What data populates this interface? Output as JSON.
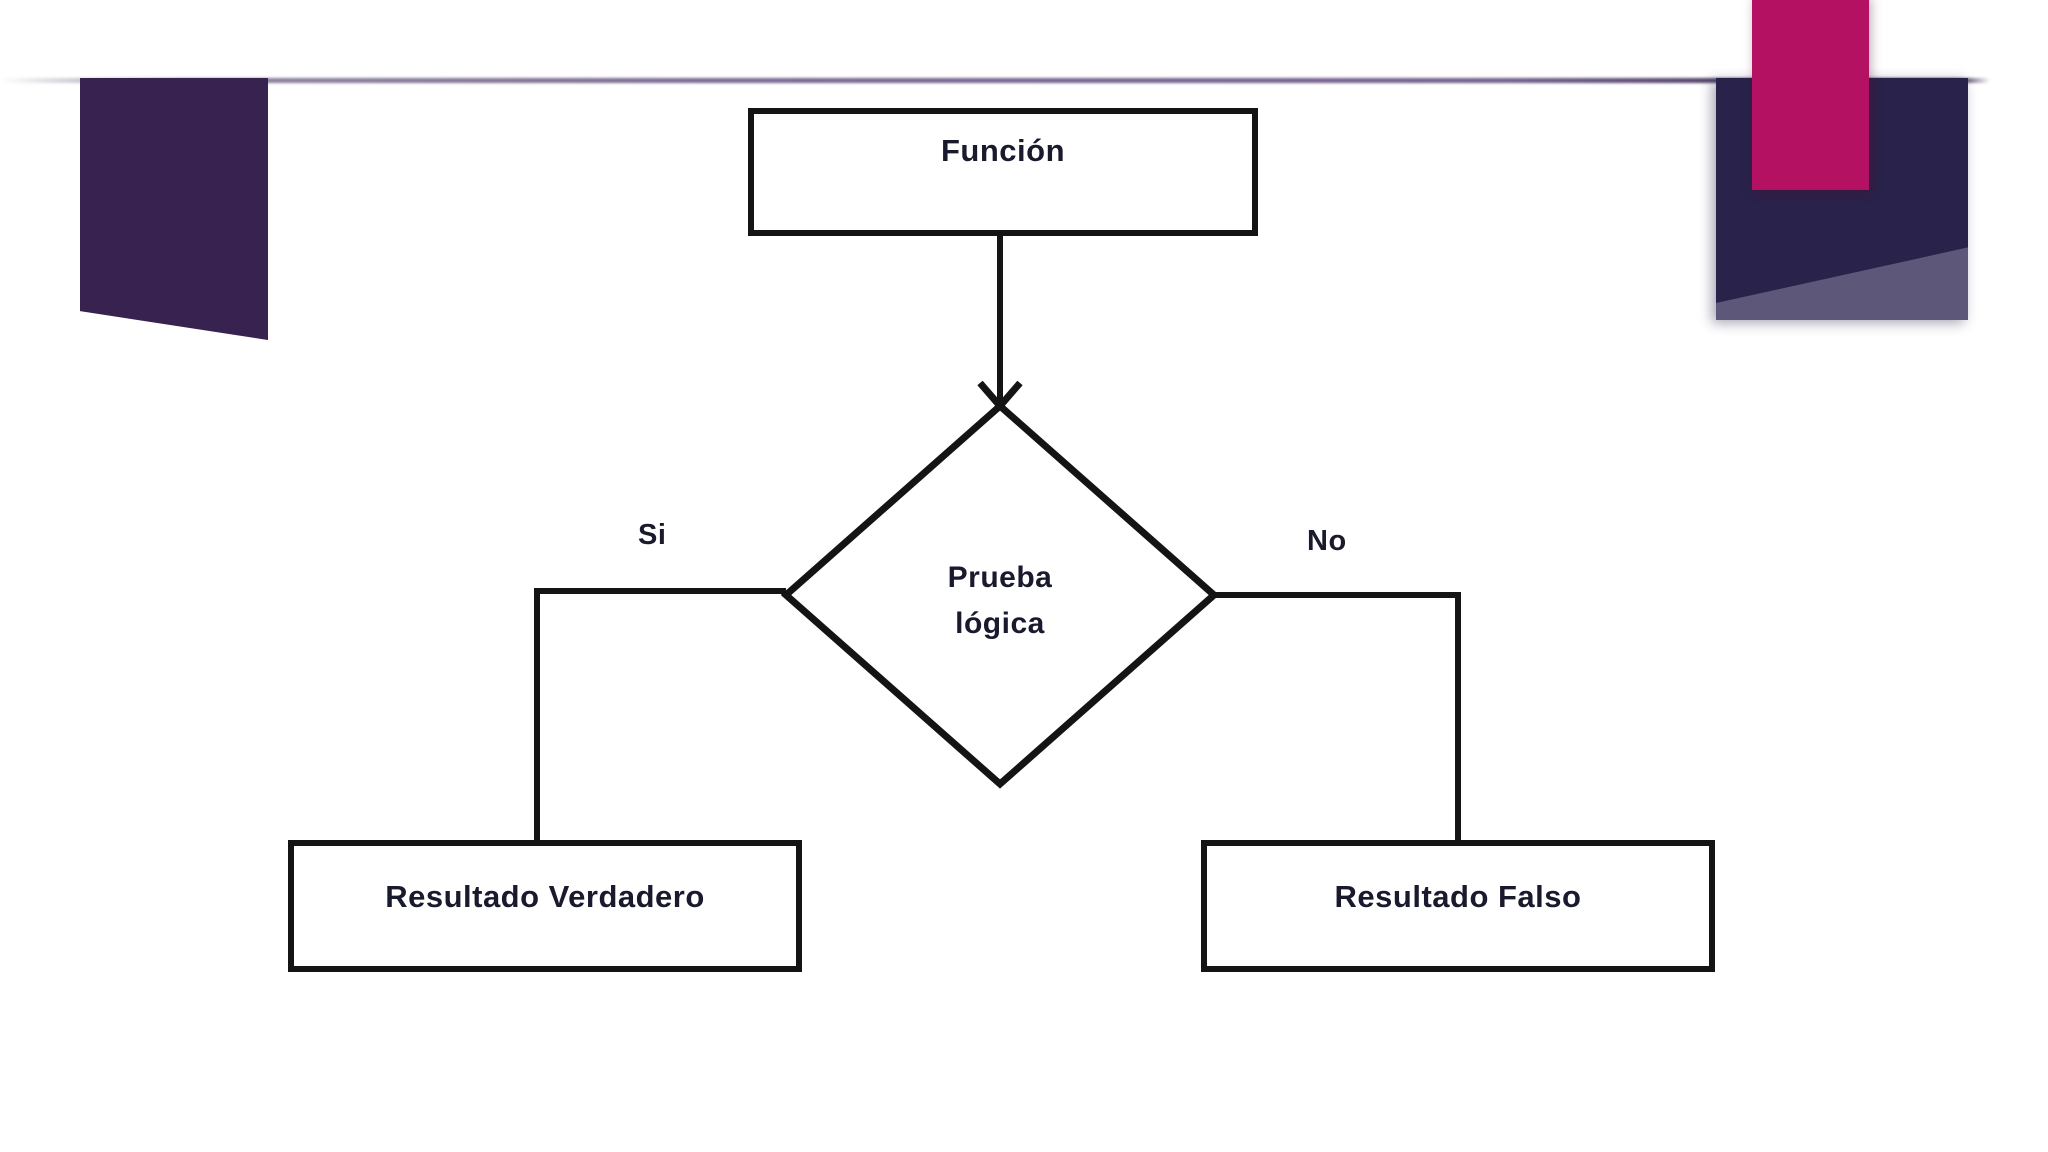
{
  "slide": {
    "background_color": "#ffffff",
    "decoration": {
      "dark_purple": "#372250",
      "deep_navy_purple": "#29224a",
      "light_purple_wedge": "#5d5779",
      "magenta_bar": "#b41162"
    }
  },
  "diagram": {
    "type": "flowchart",
    "language": "es",
    "line_color": "#141414",
    "text_color": "#1a1a2e",
    "nodes": [
      {
        "id": "funcion",
        "shape": "rectangle",
        "label": "Función"
      },
      {
        "id": "prueba",
        "shape": "diamond",
        "label_line1": "Prueba",
        "label_line2": "lógica"
      },
      {
        "id": "verdadero",
        "shape": "rectangle",
        "label": "Resultado Verdadero"
      },
      {
        "id": "falso",
        "shape": "rectangle",
        "label": "Resultado Falso"
      }
    ],
    "edges": [
      {
        "from": "funcion",
        "to": "prueba",
        "label": "",
        "arrow": true
      },
      {
        "from": "prueba",
        "to": "verdadero",
        "label": "Si",
        "arrow": false
      },
      {
        "from": "prueba",
        "to": "falso",
        "label": "No",
        "arrow": false
      }
    ],
    "branch_labels": {
      "yes": "Si",
      "no": "No"
    }
  }
}
